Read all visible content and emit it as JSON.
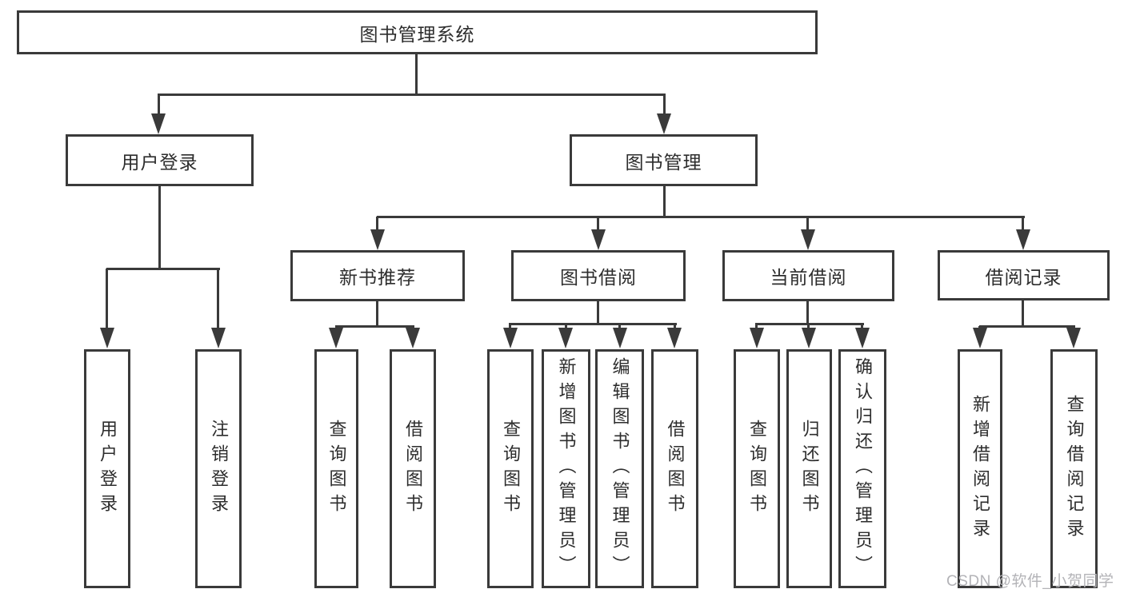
{
  "diagram": {
    "type": "hierarchy-chart",
    "title": "图书管理系统"
  },
  "colors": {
    "line": "#3a3a3a",
    "box_border": "#3a3a3a",
    "text": "#2d2d2d",
    "background": "#ffffff",
    "watermark": "#b3b3b7"
  },
  "watermark": {
    "text": "CSDN @软件_小贺同学"
  },
  "tree": {
    "root": {
      "label": "图书管理系统"
    },
    "level1": [
      {
        "id": "user-login",
        "label": "用户登录",
        "parent": "root"
      },
      {
        "id": "book-management",
        "label": "图书管理",
        "parent": "root"
      }
    ],
    "level2": [
      {
        "id": "new-book-recommend",
        "label": "新书推荐",
        "parent": "book-management"
      },
      {
        "id": "book-borrow",
        "label": "图书借阅",
        "parent": "book-management"
      },
      {
        "id": "current-borrow",
        "label": "当前借阅",
        "parent": "book-management"
      },
      {
        "id": "borrow-records",
        "label": "借阅记录",
        "parent": "book-management"
      }
    ],
    "leaves": [
      {
        "label": "用户登录",
        "parent": "user-login"
      },
      {
        "label": "注销登录",
        "parent": "user-login"
      },
      {
        "label": "查询图书",
        "parent": "new-book-recommend"
      },
      {
        "label": "借阅图书",
        "parent": "new-book-recommend"
      },
      {
        "label": "查询图书",
        "parent": "book-borrow"
      },
      {
        "label": "新增图书（管理员）",
        "parent": "book-borrow"
      },
      {
        "label": "编辑图书（管理员）",
        "parent": "book-borrow"
      },
      {
        "label": "借阅图书",
        "parent": "book-borrow"
      },
      {
        "label": "查询图书",
        "parent": "current-borrow"
      },
      {
        "label": "归还图书",
        "parent": "current-borrow"
      },
      {
        "label": "确认归还（管理员）",
        "parent": "current-borrow"
      },
      {
        "label": "新增借阅记录",
        "parent": "borrow-records"
      },
      {
        "label": "查询借阅记录",
        "parent": "borrow-records"
      }
    ]
  }
}
